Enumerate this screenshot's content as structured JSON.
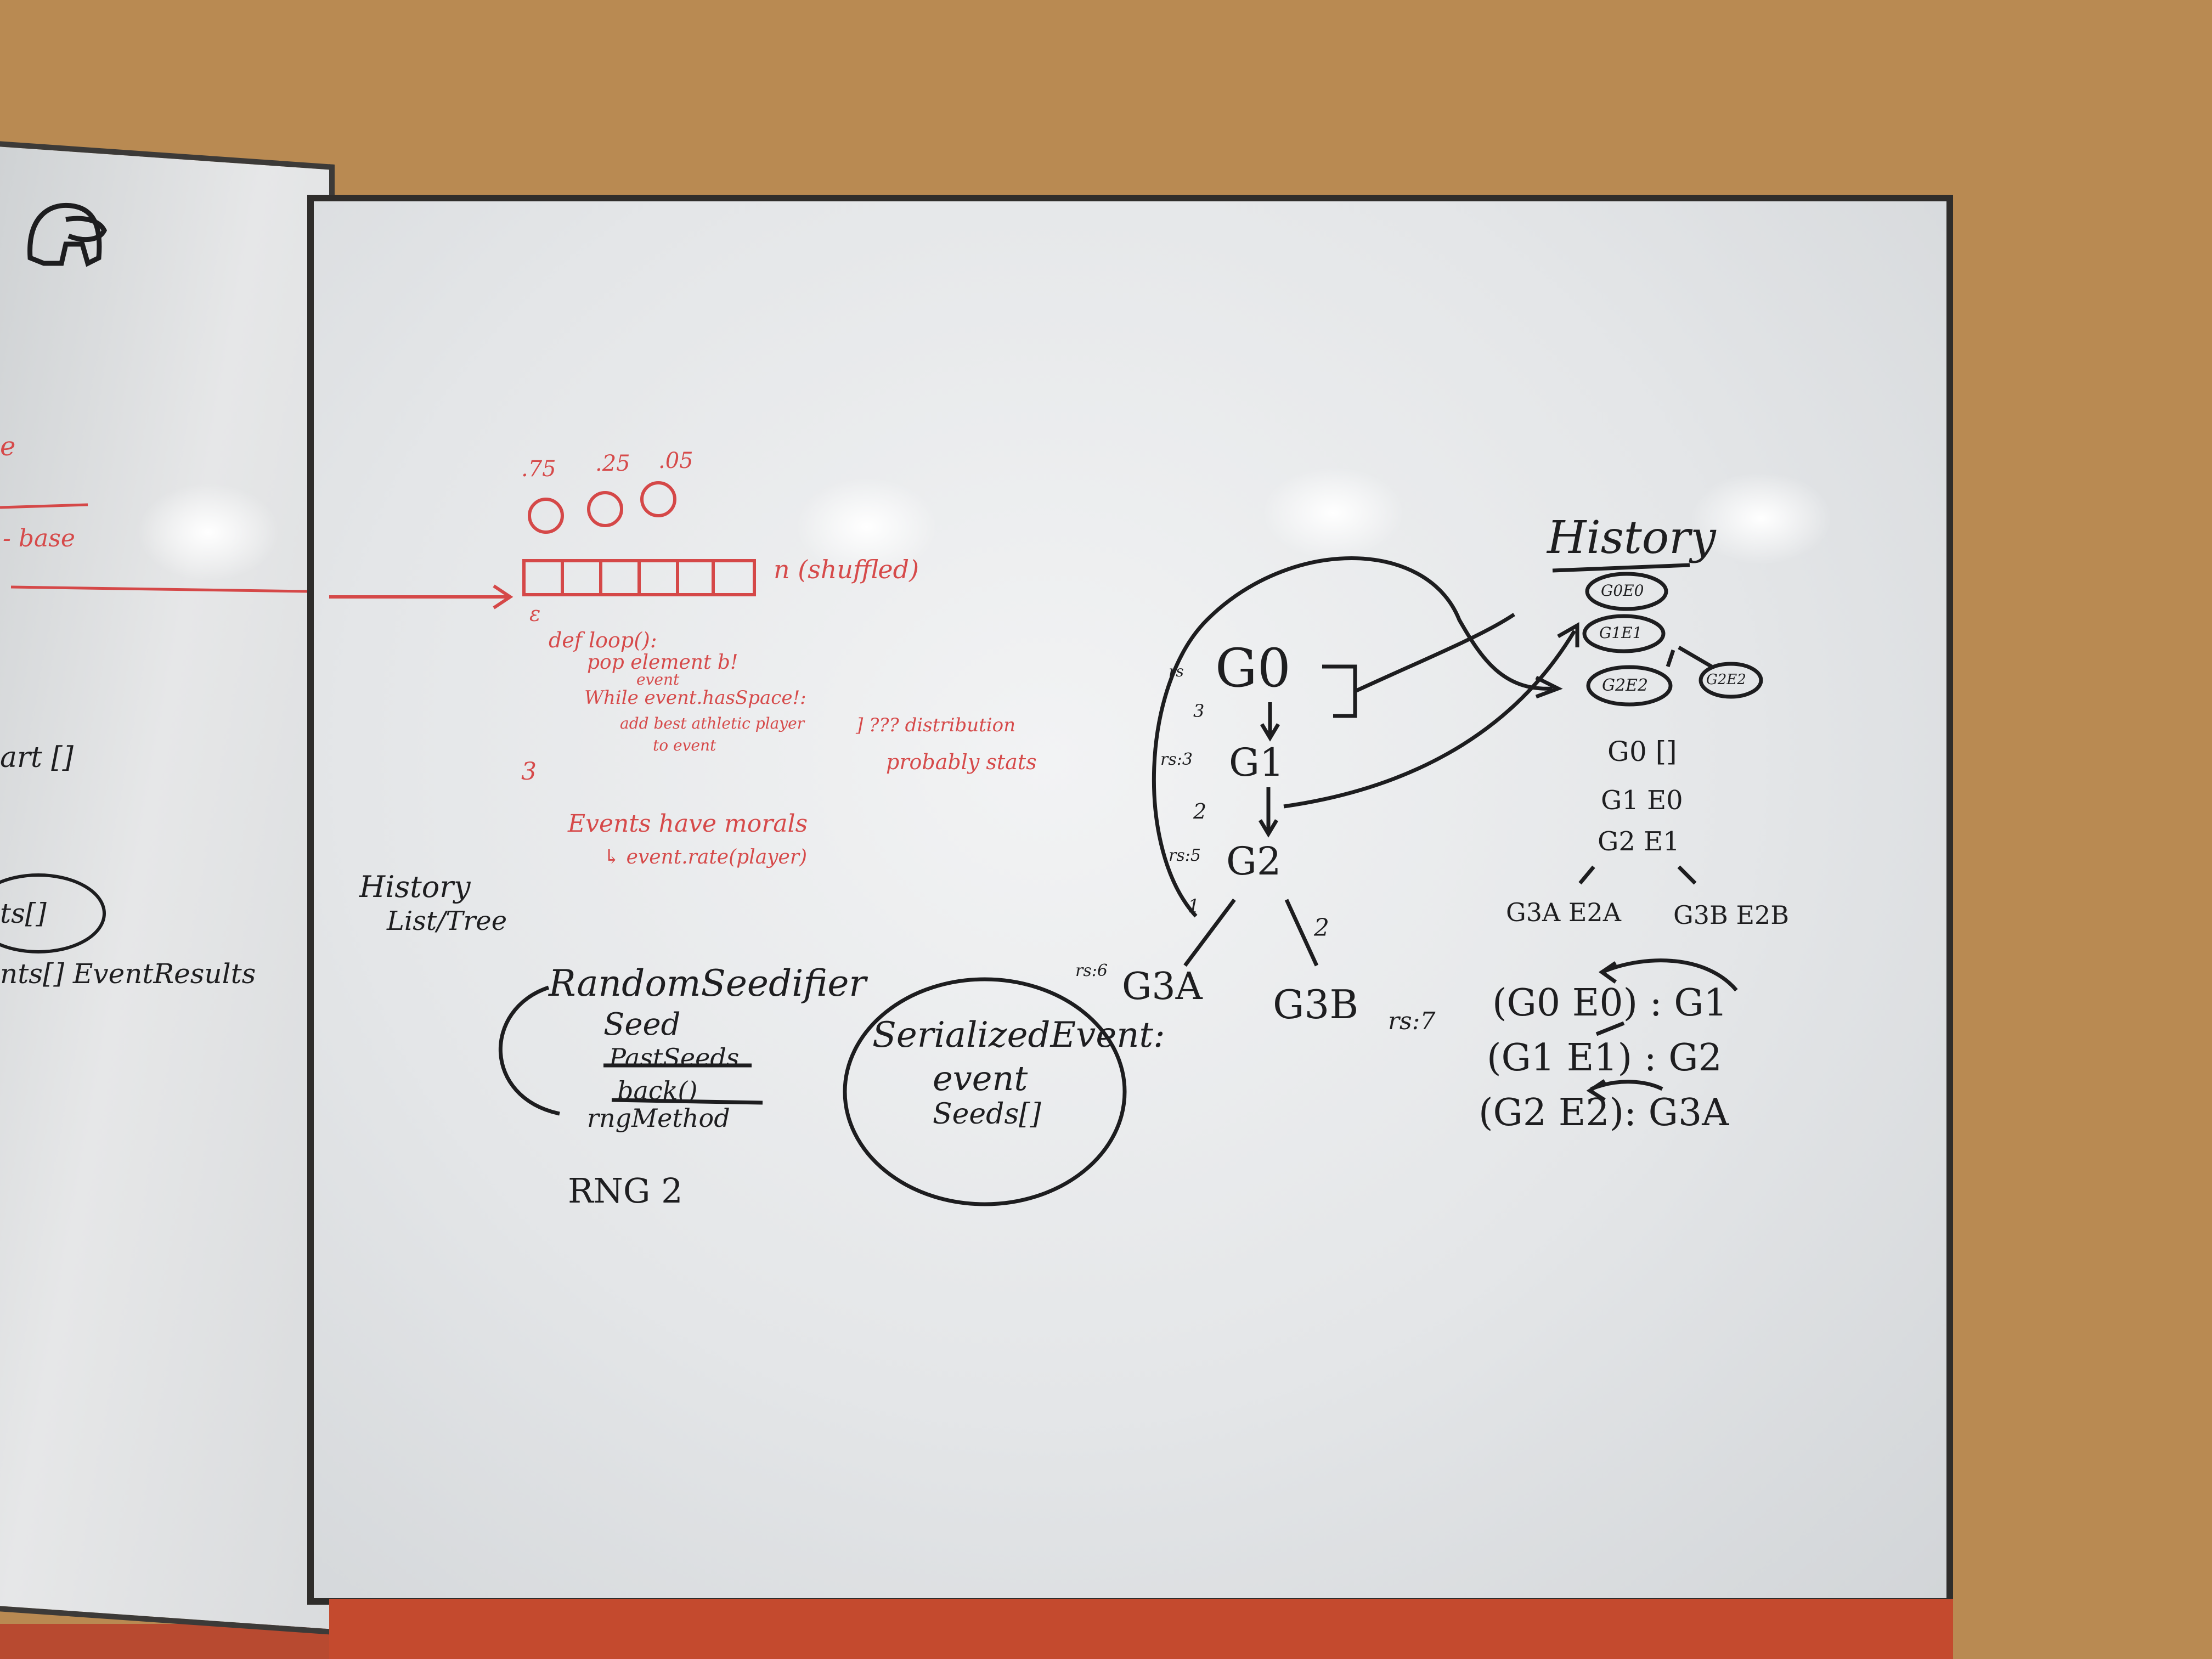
{
  "left_board": {
    "frag_e": "e",
    "frag_base": "- base",
    "frag_start": "art []",
    "frag_ts": "ts[]",
    "frag_events": "nts[] EventResults"
  },
  "red_notes": {
    "probs": [
      ".75",
      ".25",
      ".05"
    ],
    "n_shuffled": "n (shuffled)",
    "epsilon": "ε",
    "def_loop": "def loop():",
    "pop_element": "pop element b!",
    "event": "event",
    "while_line": "While event.hasSpace!:",
    "add_line": "add best athletic player",
    "to_event": "to event",
    "bracket_note": "] ??? distribution",
    "probably_stats": "probably stats",
    "three": "3",
    "events_have": "Events have morals",
    "rate_line": "↳ event.rate(player)"
  },
  "black_notes": {
    "history_list": "History",
    "list_tree": "List/Tree",
    "random_seedifier": "RandomSeedifier",
    "seed": "Seed",
    "past_seeds": "PastSeeds",
    "back": "back()",
    "rng_method": "rngMethod",
    "rng2": "RNG 2",
    "serialized_event": "SerializedEvent:",
    "se_event": "event",
    "se_seeds": "Seeds[]"
  },
  "tree": {
    "g0": "G0",
    "g1": "G1",
    "g2": "G2",
    "g3a": "G3A",
    "g3b": "G3B",
    "rs_g0": "rs",
    "rs_g1": "rs:3",
    "rs_g2": "rs:5",
    "rs_g3a": "rs:6",
    "rs_g3b": "rs:7",
    "edge_3": "3",
    "edge_2": "2",
    "edge_1": "1",
    "edge_2b": "2"
  },
  "history": {
    "title": "History",
    "nodes": [
      "G0E0",
      "G1E1",
      "G2E2",
      "G2E2"
    ],
    "list": [
      "G0 []",
      "G1 E0",
      "G2 E1"
    ],
    "g3a_line": "G3A E2A",
    "g3b_line": "G3B E2B",
    "pairs": [
      "(G0 E0) : G1",
      "(G1 E1) : G2",
      "(G2 E2): G3A"
    ]
  }
}
